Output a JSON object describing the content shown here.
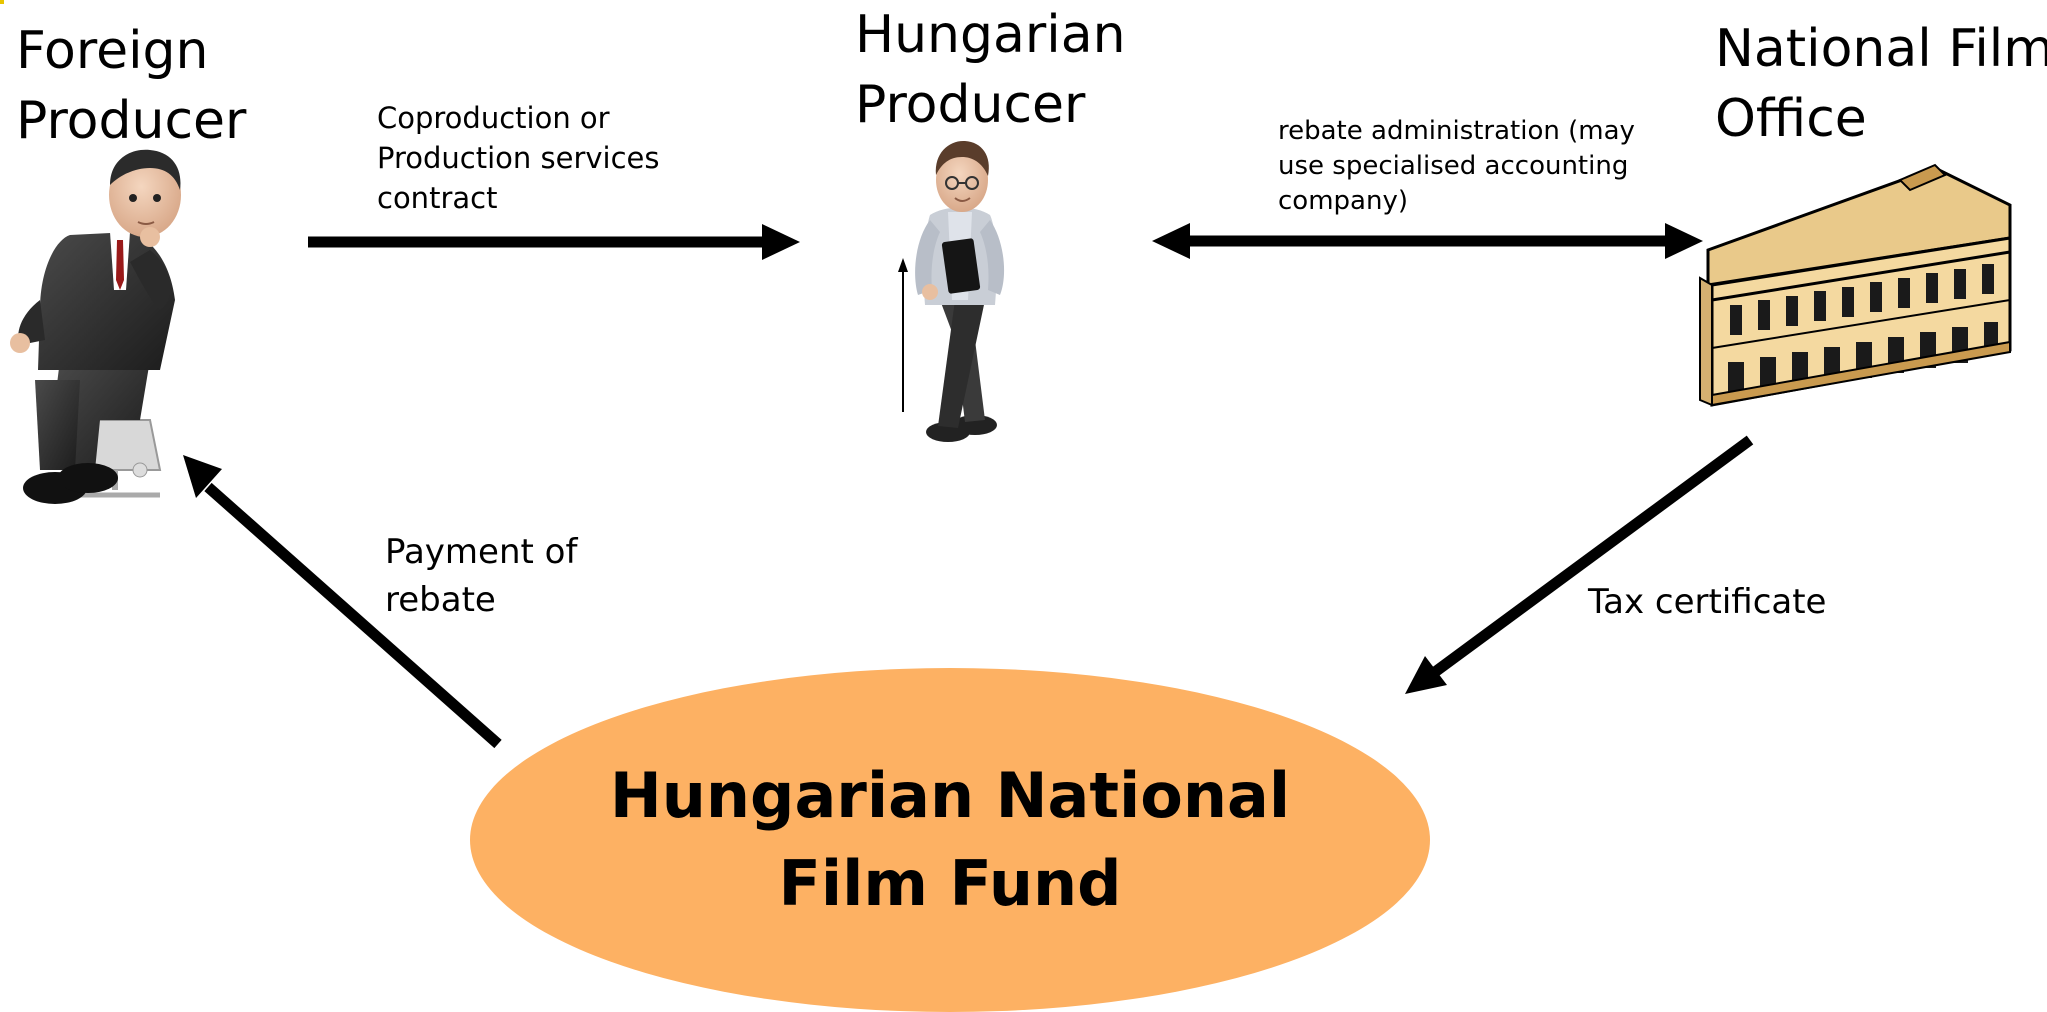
{
  "nodes": {
    "foreign_producer": {
      "line1": "Foreign",
      "line2": "Producer"
    },
    "hungarian_producer": {
      "line1": "Hungarian",
      "line2": "Producer"
    },
    "national_film_office": {
      "line1": "National Film",
      "line2": "Office"
    },
    "film_fund": {
      "line1": "Hungarian National",
      "line2": "Film Fund"
    }
  },
  "edges": {
    "contract": {
      "line1": "Coproduction or",
      "line2": "Production services",
      "line3": "contract"
    },
    "rebate_admin": {
      "line1": "rebate administration (may",
      "line2": "use specialised accounting",
      "line3": "company)"
    },
    "payment": {
      "line1": "Payment of",
      "line2": "rebate"
    },
    "tax": {
      "line1": "Tax certificate"
    }
  },
  "colors": {
    "fund_ellipse": "#fdb163",
    "arrow": "#000000",
    "building": "#f4d9a0"
  },
  "icons": {
    "foreign_producer": "seated-businessman-figure",
    "hungarian_producer": "standing-man-figure",
    "national_film_office": "building"
  }
}
